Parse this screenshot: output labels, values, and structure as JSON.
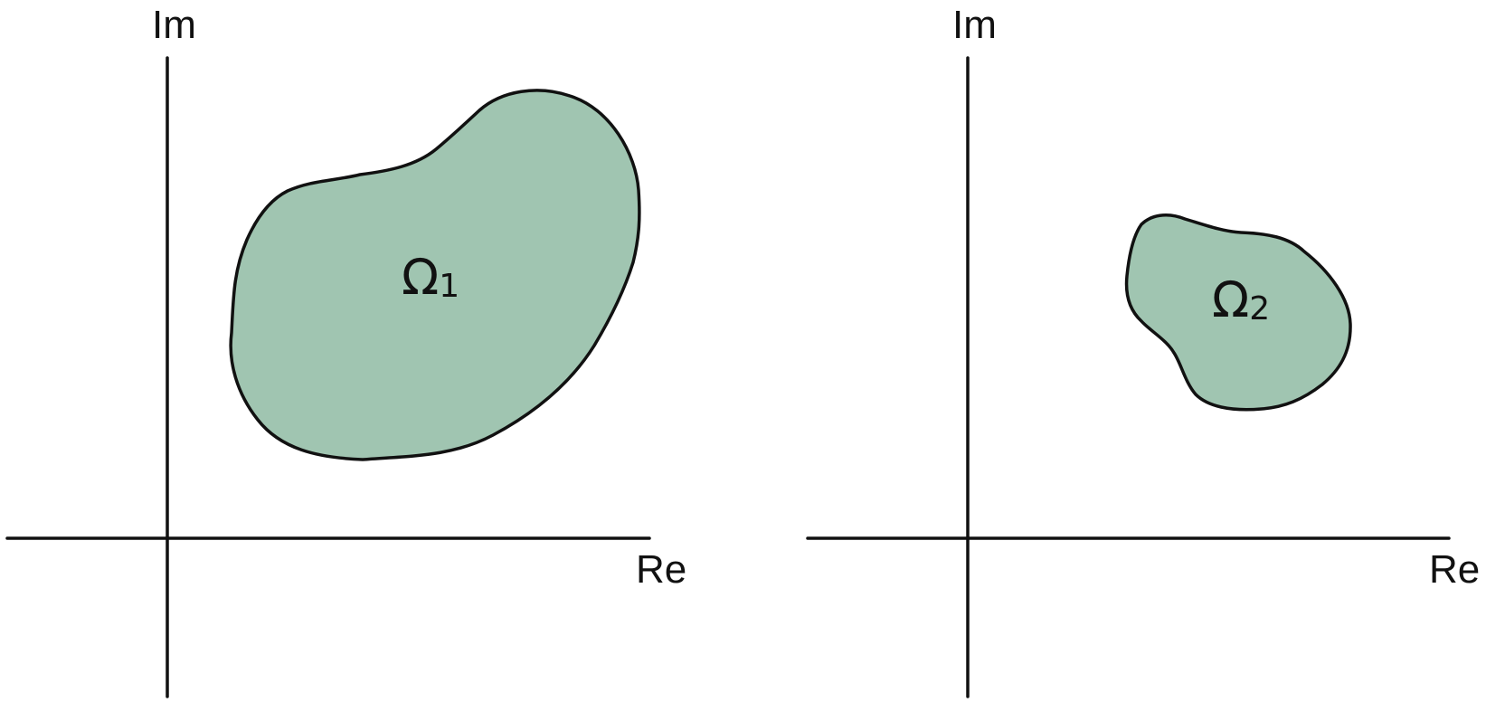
{
  "colors": {
    "region_fill": "#a0c5b1",
    "stroke": "#111111",
    "background": "#ffffff"
  },
  "panels": [
    {
      "imaginary_axis_label": "Im",
      "real_axis_label": "Re",
      "region": {
        "symbol": "Ω",
        "subscript": "1"
      }
    },
    {
      "imaginary_axis_label": "Im",
      "real_axis_label": "Re",
      "region": {
        "symbol": "Ω",
        "subscript": "2"
      }
    }
  ]
}
